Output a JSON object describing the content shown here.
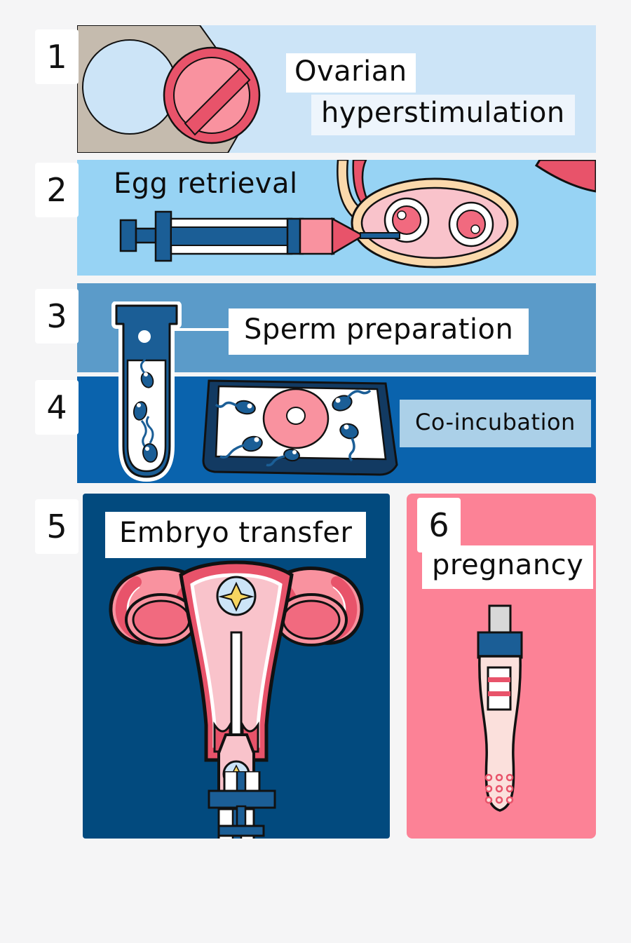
{
  "background_color": "#f5f5f6",
  "steps": [
    {
      "number": "1",
      "label": "Ovarian",
      "label_line2": "hyperstimulation",
      "panel_color": "#cce4f7",
      "icons": [
        "ovary-shape-icon",
        "pill-icon"
      ]
    },
    {
      "number": "2",
      "label": "Egg retrieval",
      "panel_color": "#97d3f4",
      "icons": [
        "syringe-icon",
        "ovary-follicles-icon",
        "needle-icon"
      ]
    },
    {
      "number": "3",
      "label": "Sperm preparation",
      "panel_color": "#5b9bc9",
      "icons": [
        "test-tube-icon",
        "leader-line-icon"
      ]
    },
    {
      "number": "4",
      "label": "Co-incubation",
      "panel_color": "#0a63ad",
      "label_box_color": "#abd0e8",
      "icons": [
        "petri-dish-icon",
        "sperm-icon",
        "egg-icon"
      ]
    },
    {
      "number": "5",
      "label": "Embryo transfer",
      "panel_color": "#024a7e",
      "icons": [
        "uterus-icon",
        "embryo-icon",
        "catheter-syringe-icon"
      ]
    },
    {
      "number": "6",
      "label": "pregnancy",
      "panel_color": "#fc8296",
      "icons": [
        "pregnancy-test-icon"
      ]
    }
  ],
  "palette": {
    "pink": "#f9929f",
    "pink_light": "#f9c3cb",
    "red_pink": "#e8536a",
    "deep_blue": "#1b5e96",
    "navy": "#123a62",
    "cream": "#fbd9ac",
    "taupe": "#c5bbae",
    "white": "#ffffff",
    "outline": "#111111"
  }
}
